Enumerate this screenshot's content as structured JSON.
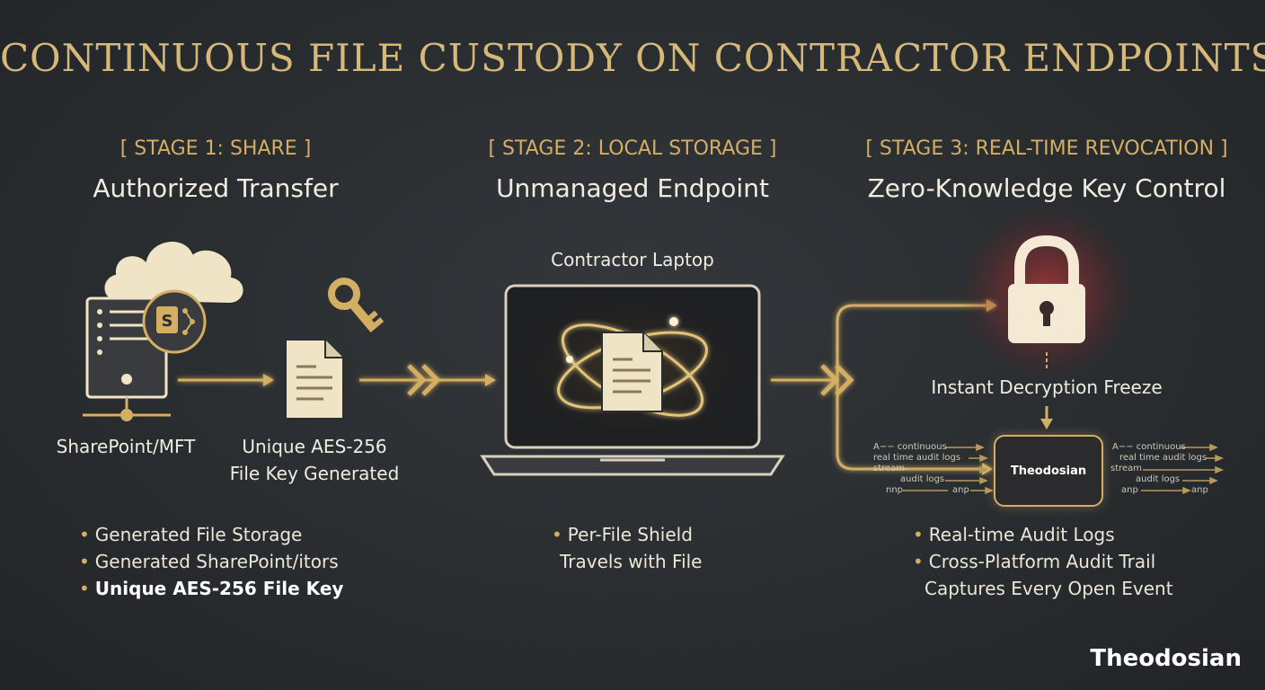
{
  "title": "CONTINUOUS FILE CUSTODY ON CONTRACTOR ENDPOINTS",
  "stages": [
    {
      "label": "[ STAGE 1: SHARE ]",
      "heading": "Authorized Transfer",
      "source_caption": "SharePoint/MFT",
      "key_caption_line1": "Unique AES-256",
      "key_caption_line2": "File Key Generated",
      "bullets": [
        "Generated File Storage",
        "Generated SharePoint/itors",
        "Unique AES-256 File Key"
      ]
    },
    {
      "label": "[ STAGE 2: LOCAL STORAGE ]",
      "heading": "Unmanaged Endpoint",
      "device_caption": "Contractor Laptop",
      "bullets": [
        "Per-File Shield",
        "Travels with File"
      ]
    },
    {
      "label": "[ STAGE 3: REAL-TIME REVOCATION ]",
      "heading": "Zero-Knowledge Key Control",
      "lock_caption": "Instant Decryption Freeze",
      "hub_label": "Theodosian",
      "left_stream_labels": [
        "A−− continuous",
        "real time audit logs",
        "stream",
        "audit logs",
        "nnp",
        "anp"
      ],
      "right_stream_labels": [
        "A−− continuous",
        "real time audit logs",
        "stream",
        "audit logs",
        "anp",
        "anp"
      ],
      "bullets": [
        "Real-time Audit Logs",
        "Cross-Platform Audit Trail",
        "Captures Every Open Event"
      ]
    }
  ],
  "brand": "Theodosian",
  "colors": {
    "accent_gold": "#d4ae62",
    "cream": "#efe4c6",
    "background": "#2a2d30",
    "lock_glow": "#c0393b"
  },
  "icons": [
    "server-icon",
    "cloud-icon",
    "sharepoint-icon",
    "key-icon",
    "document-icon",
    "laptop-icon",
    "lock-icon"
  ]
}
